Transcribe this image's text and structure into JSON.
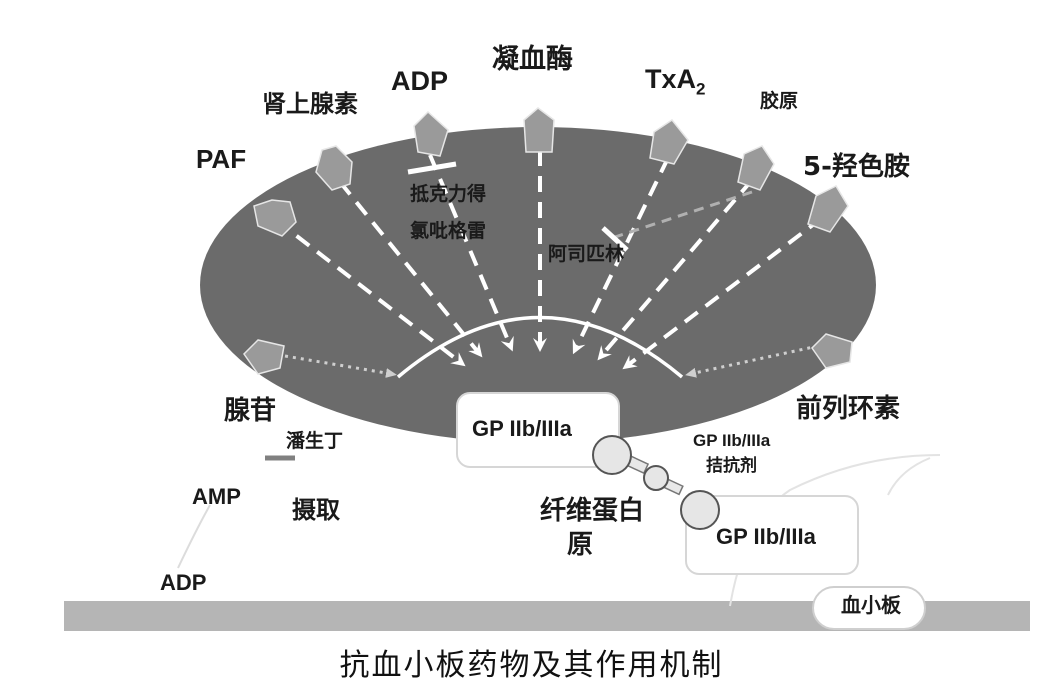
{
  "agonists": {
    "paf": "PAF",
    "epinephrine": "肾上腺素",
    "adp_top": "ADP",
    "thrombin": "凝血酶",
    "txa2_main": "TxA",
    "txa2_sub": "2",
    "collagen": "胶原",
    "serotonin": "5-羟色胺"
  },
  "inhibitors": {
    "ticlopidine": "抵克力得",
    "clopidogrel": "氯吡格雷",
    "aspirin": "阿司匹林",
    "dipyridamole": "潘生丁",
    "gp_antagonist_line1": "GP IIb/IIIa",
    "gp_antagonist_line2": "拮抗剂"
  },
  "other": {
    "adenosine": "腺苷",
    "prostacyclin": "前列环素",
    "amp": "AMP",
    "adp_bottom": "ADP",
    "uptake": "摄取",
    "receptor_left": "GP IIb/IIIa",
    "receptor_right": "GP IIb/IIIa",
    "fibrinogen_line1": "纤维蛋白",
    "fibrinogen_line2": "原",
    "platelet": "血小板"
  },
  "caption": "抗血小板药物及其作用机制",
  "colors": {
    "platelet_body": "#6b6b6b",
    "receptor_arrow": "#9a9a9a",
    "vessel": "#b5b5b5",
    "arrow_dash": "#ffffff"
  }
}
